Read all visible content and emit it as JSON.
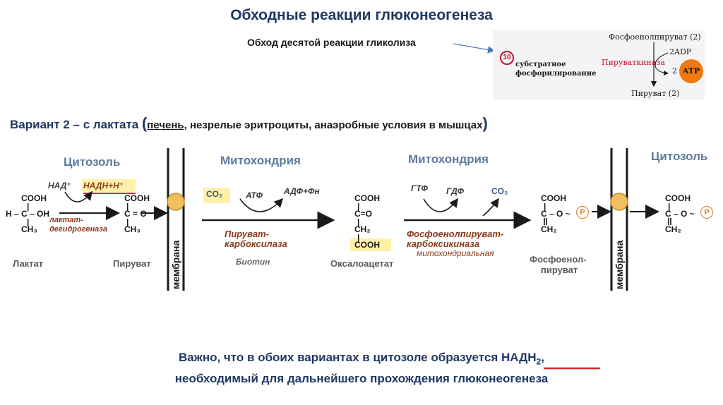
{
  "header": {
    "title": "Обходные реакции глюконеогенеза",
    "subtitle": "Обход десятой реакции гликолиза"
  },
  "inset": {
    "step_number": "10",
    "step_label_1": "субстратное",
    "step_label_2": "фосфорилирование",
    "top_compound": "Фосфоенолпируват (2)",
    "adp": "2ADP",
    "enzyme": "Пируваткиназа",
    "atp_coef": "2",
    "atp": "ATP",
    "bottom_compound": "Пируват (2)"
  },
  "variant": {
    "main": "Вариант 2 – с лактата ",
    "open_paren": "(",
    "liver": "печень,",
    "rest": " незрелые эритроциты, анаэробные условия в мышцах",
    "close_paren": ")"
  },
  "regions": {
    "cytosol_left": "Цитозоль",
    "mito_1": "Митохондрия",
    "mito_2": "Митохондрия",
    "cytosol_right": "Цитозоль"
  },
  "scheme": {
    "nad": "НАД⁺",
    "nadh": "НАДН+Н⁺",
    "ldh_1": "лактат-",
    "ldh_2": "дегидрогеназа",
    "lactate": "Лактат",
    "pyruvate": "Пируват",
    "membrane": "мембрана",
    "co2": "CO₂",
    "atp": "АТФ",
    "adp": "АДФ+Фн",
    "pc_1": "Пируват-",
    "pc_2": "карбоксилаза",
    "biotin": "Биотин",
    "oxaloacetate": "Оксалоацетат",
    "gtp": "ГТФ",
    "gdp": "ГДФ",
    "co2_2": "CO₂",
    "pepck_1": "Фосфоенолпируват-",
    "pepck_2": "карбоксикиназа",
    "pepck_3": "митохондриальная",
    "pep_1": "Фосфоенол-",
    "pep_2": "пируват",
    "p": "P"
  },
  "chem": {
    "cooh": "COOH",
    "h_c_oh": "H – C – OH",
    "c_o": "C = O",
    "ch3": "CH₃",
    "c_o_2": "C=O",
    "ch2": "CH₂",
    "c_o_p": "C – O ~",
    "bond_v": "|",
    "bond_dbl": "‖"
  },
  "conclusion": {
    "line1_main": "Важно, что в обоих вариантах в цитозоле образуется ",
    "line1_nadh": "НАДН",
    "line1_sub": "2",
    "line1_end": ",",
    "line2": "необходимый для дальнейшего прохождения глюконеогенеза"
  },
  "colors": {
    "title": "#1f3864",
    "region": "#5e7a9e",
    "enzyme_brown": "#8b3a1a",
    "highlight_yellow": "#fff2a8",
    "underline_red": "#d62828",
    "membrane_circle": "#f0c060",
    "phosphate_orange": "#e07a2a",
    "atp_orange": "#f07a10"
  }
}
